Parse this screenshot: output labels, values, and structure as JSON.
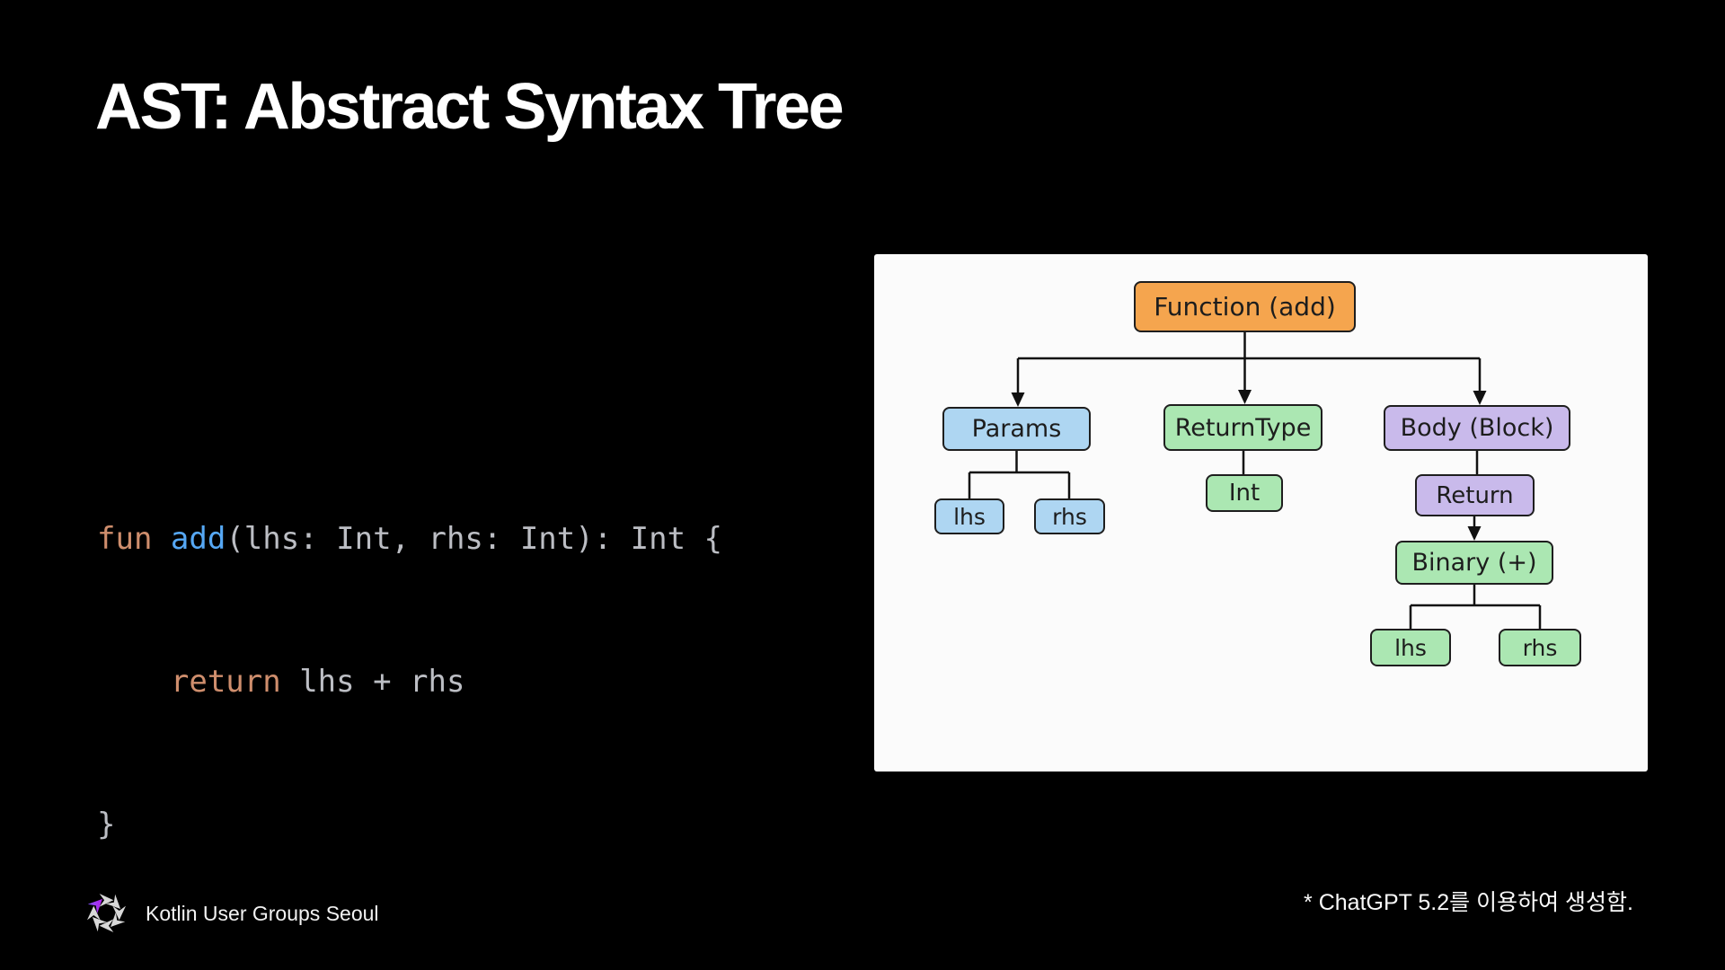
{
  "slide": {
    "title": "AST: Abstract Syntax Tree",
    "background": "#000000"
  },
  "code": {
    "language": "kotlin",
    "colors": {
      "keyword": "#CF8E6D",
      "function": "#56A8F5",
      "plain": "#BCBEC4"
    },
    "lines": [
      {
        "tokens": [
          {
            "text": "fun ",
            "type": "keyword"
          },
          {
            "text": "add",
            "type": "function"
          },
          {
            "text": "(lhs: Int, rhs: Int): Int {",
            "type": "plain"
          }
        ]
      },
      {
        "tokens": [
          {
            "text": "    ",
            "type": "plain"
          },
          {
            "text": "return",
            "type": "keyword"
          },
          {
            "text": " lhs + rhs",
            "type": "plain"
          }
        ]
      },
      {
        "tokens": [
          {
            "text": "}",
            "type": "plain"
          }
        ]
      }
    ]
  },
  "diagram": {
    "panel_background": "#FBFBFB",
    "colors": {
      "orange": "#F5A54E",
      "blue": "#AED6F2",
      "green": "#ABE7B2",
      "purple": "#C9BAEB",
      "border": "#1E1E1E",
      "line": "#111111",
      "text": "#1D1D1D"
    },
    "nodes": [
      {
        "id": "function",
        "label": "Function (add)",
        "color": "orange"
      },
      {
        "id": "params",
        "label": "Params",
        "color": "blue"
      },
      {
        "id": "return-type",
        "label": "ReturnType",
        "color": "green"
      },
      {
        "id": "body",
        "label": "Body (Block)",
        "color": "purple"
      },
      {
        "id": "params-lhs",
        "label": "lhs",
        "color": "blue"
      },
      {
        "id": "params-rhs",
        "label": "rhs",
        "color": "blue"
      },
      {
        "id": "int",
        "label": "Int",
        "color": "green"
      },
      {
        "id": "return",
        "label": "Return",
        "color": "purple"
      },
      {
        "id": "binary",
        "label": "Binary (+)",
        "color": "green"
      },
      {
        "id": "binary-lhs",
        "label": "lhs",
        "color": "green"
      },
      {
        "id": "binary-rhs",
        "label": "rhs",
        "color": "green"
      }
    ],
    "edges": [
      {
        "from": "function",
        "to": "params",
        "arrow": true
      },
      {
        "from": "function",
        "to": "return-type",
        "arrow": true
      },
      {
        "from": "function",
        "to": "body",
        "arrow": true
      },
      {
        "from": "params",
        "to": "params-lhs",
        "arrow": false
      },
      {
        "from": "params",
        "to": "params-rhs",
        "arrow": false
      },
      {
        "from": "return-type",
        "to": "int",
        "arrow": false
      },
      {
        "from": "body",
        "to": "return",
        "arrow": false
      },
      {
        "from": "return",
        "to": "binary",
        "arrow": true
      },
      {
        "from": "binary",
        "to": "binary-lhs",
        "arrow": false
      },
      {
        "from": "binary",
        "to": "binary-rhs",
        "arrow": false
      }
    ]
  },
  "footer": {
    "brand": "Kotlin User Groups Seoul",
    "note": "* ChatGPT 5.2를 이용하여 생성함."
  }
}
